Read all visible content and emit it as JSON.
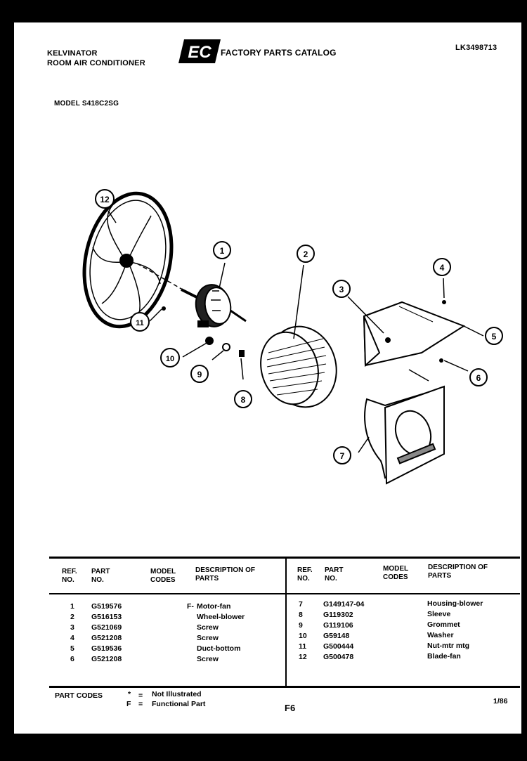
{
  "header": {
    "brand": "KELVINATOR",
    "subtitle": "ROOM AIR CONDITIONER",
    "logo_text": "EC",
    "catalog_title": "FACTORY PARTS CATALOG",
    "catalog_no": "LK3498713",
    "model_label": "MODEL S418C2SG"
  },
  "diagram": {
    "callouts": [
      "12",
      "1",
      "2",
      "3",
      "4",
      "5",
      "6",
      "7",
      "8",
      "9",
      "10",
      "11"
    ]
  },
  "table": {
    "headers": {
      "ref_no": "REF. NO.",
      "part_no": "PART NO.",
      "model_codes": "MODEL CODES",
      "description": "DESCRIPTION OF PARTS"
    },
    "left": {
      "refs": [
        "1",
        "2",
        "3",
        "4",
        "5",
        "6"
      ],
      "parts": [
        "G519576",
        "G516153",
        "G521069",
        "G521208",
        "G519536",
        "G521208"
      ],
      "codes": [
        "F-",
        "",
        "",
        "",
        "",
        ""
      ],
      "descriptions": [
        "Motor-fan",
        "Wheel-blower",
        "Screw",
        "Screw",
        "Duct-bottom",
        "Screw"
      ]
    },
    "right": {
      "refs": [
        "7",
        "8",
        "9",
        "10",
        "11",
        "12"
      ],
      "parts": [
        "G149147-04",
        "G119302",
        "G119106",
        "G59148",
        "G500444",
        "G500478"
      ],
      "codes": [
        "",
        "",
        "",
        "",
        "",
        ""
      ],
      "descriptions": [
        "Housing-blower",
        "Sleeve",
        "Grommet",
        "Washer",
        "Nut-mtr mtg",
        "Blade-fan"
      ]
    }
  },
  "footer": {
    "part_codes_label": "PART CODES",
    "code1_symbol": "*",
    "code1_eq": "=",
    "code1_text": "Not Illustrated",
    "code2_symbol": "F",
    "code2_eq": "=",
    "code2_text": "Functional Part",
    "page": "F6",
    "date": "1/86"
  }
}
